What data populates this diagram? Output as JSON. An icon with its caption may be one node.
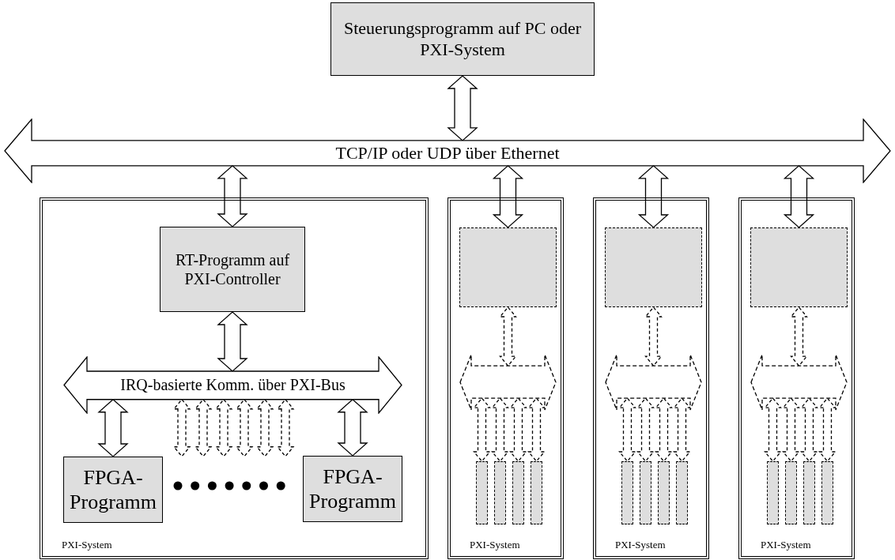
{
  "diagram": {
    "nodes": [
      {
        "text": [
          "Steuerungsprogramm auf PC oder PXI-System"
        ]
      },
      {
        "text": [
          "TCP/IP oder UDP über Ethernet"
        ]
      },
      {
        "text": [
          "PXI-System"
        ]
      },
      {
        "text": [
          "RT-Programm auf PXI-Controller"
        ],
        "in": 2
      },
      {
        "text": [
          "IRQ-basierte Komm. über PXI-Bus"
        ],
        "in": 2
      },
      {
        "text": [
          "FPGA-Programm"
        ],
        "in": 2
      },
      {
        "text": [
          "FPGA-Programm"
        ],
        "in": 2
      },
      {
        "text": [
          "PXI-System"
        ]
      },
      {
        "text": [],
        "shape": "box",
        "in": 7
      },
      {
        "text": [],
        "shape": "band",
        "in": 7
      },
      {
        "text": [],
        "shape": "bar",
        "in": 7
      },
      {
        "text": [],
        "shape": "bar",
        "in": 7
      },
      {
        "text": [],
        "shape": "bar",
        "in": 7
      },
      {
        "text": [],
        "shape": "bar",
        "in": 7
      },
      {
        "text": [
          "PXI-System"
        ]
      },
      {
        "text": [],
        "shape": "box",
        "in": 14
      },
      {
        "text": [],
        "shape": "band",
        "in": 14
      },
      {
        "text": [],
        "shape": "bar",
        "in": 14
      },
      {
        "text": [],
        "shape": "bar",
        "in": 14
      },
      {
        "text": [],
        "shape": "bar",
        "in": 14
      },
      {
        "text": [],
        "shape": "bar",
        "in": 14
      },
      {
        "text": [
          "PXI-System"
        ]
      },
      {
        "text": [],
        "shape": "box",
        "in": 21
      },
      {
        "text": [],
        "shape": "band",
        "in": 21
      },
      {
        "text": [],
        "shape": "bar",
        "in": 21
      },
      {
        "text": [],
        "shape": "bar",
        "in": 21
      },
      {
        "text": [],
        "shape": "bar",
        "in": 21
      },
      {
        "text": [],
        "shape": "bar",
        "in": 21
      }
    ],
    "edges": [
      {
        "from": 0,
        "to": 1,
        "arrow": "both"
      },
      {
        "from": 1,
        "to": 3,
        "arrow": "both"
      },
      {
        "from": 3,
        "to": 4,
        "arrow": "both"
      },
      {
        "from": 4,
        "to": 5,
        "arrow": "both"
      },
      {
        "from": 4,
        "to": 6,
        "arrow": "both"
      },
      {
        "from": 4,
        "to": null,
        "arrow": "both",
        "style": "dashed"
      },
      {
        "from": 4,
        "to": null,
        "arrow": "both",
        "style": "dashed"
      },
      {
        "from": 4,
        "to": null,
        "arrow": "both",
        "style": "dashed"
      },
      {
        "from": 4,
        "to": null,
        "arrow": "both",
        "style": "dashed"
      },
      {
        "from": 4,
        "to": null,
        "arrow": "both",
        "style": "dashed"
      },
      {
        "from": 4,
        "to": null,
        "arrow": "both",
        "style": "dashed"
      },
      {
        "from": 1,
        "to": 8,
        "arrow": "both"
      },
      {
        "from": 8,
        "to": 9,
        "arrow": "both",
        "style": "dashed"
      },
      {
        "from": 9,
        "to": 10,
        "arrow": "both",
        "style": "dashed"
      },
      {
        "from": 9,
        "to": 11,
        "arrow": "both",
        "style": "dashed"
      },
      {
        "from": 9,
        "to": 12,
        "arrow": "both",
        "style": "dashed"
      },
      {
        "from": 9,
        "to": 13,
        "arrow": "both",
        "style": "dashed"
      },
      {
        "from": 1,
        "to": 15,
        "arrow": "both"
      },
      {
        "from": 15,
        "to": 16,
        "arrow": "both",
        "style": "dashed"
      },
      {
        "from": 16,
        "to": 17,
        "arrow": "both",
        "style": "dashed"
      },
      {
        "from": 16,
        "to": 18,
        "arrow": "both",
        "style": "dashed"
      },
      {
        "from": 16,
        "to": 19,
        "arrow": "both",
        "style": "dashed"
      },
      {
        "from": 16,
        "to": 20,
        "arrow": "both",
        "style": "dashed"
      },
      {
        "from": 1,
        "to": 22,
        "arrow": "both"
      },
      {
        "from": 22,
        "to": 23,
        "arrow": "both",
        "style": "dashed"
      },
      {
        "from": 23,
        "to": 24,
        "arrow": "both",
        "style": "dashed"
      },
      {
        "from": 23,
        "to": 25,
        "arrow": "both",
        "style": "dashed"
      },
      {
        "from": 23,
        "to": 26,
        "arrow": "both",
        "style": "dashed"
      },
      {
        "from": 23,
        "to": 27,
        "arrow": "both",
        "style": "dashed"
      }
    ]
  }
}
